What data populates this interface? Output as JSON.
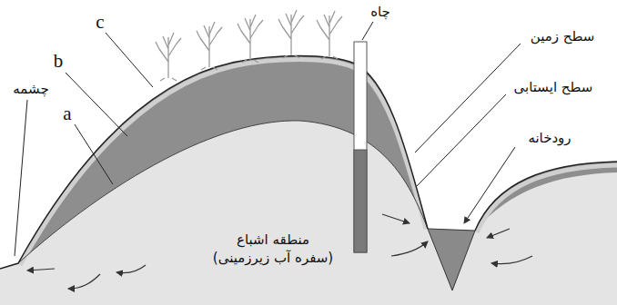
{
  "diagram": {
    "nodes": [
      {
        "text": [
          "منطقه اشباع",
          "(سفره آب زیرزمینی)"
        ]
      }
    ],
    "labels": [
      "c",
      "b",
      "a",
      "چشمه",
      "چاه",
      "سطح زمین",
      "سطح ایستابی",
      "رودخانه"
    ]
  }
}
